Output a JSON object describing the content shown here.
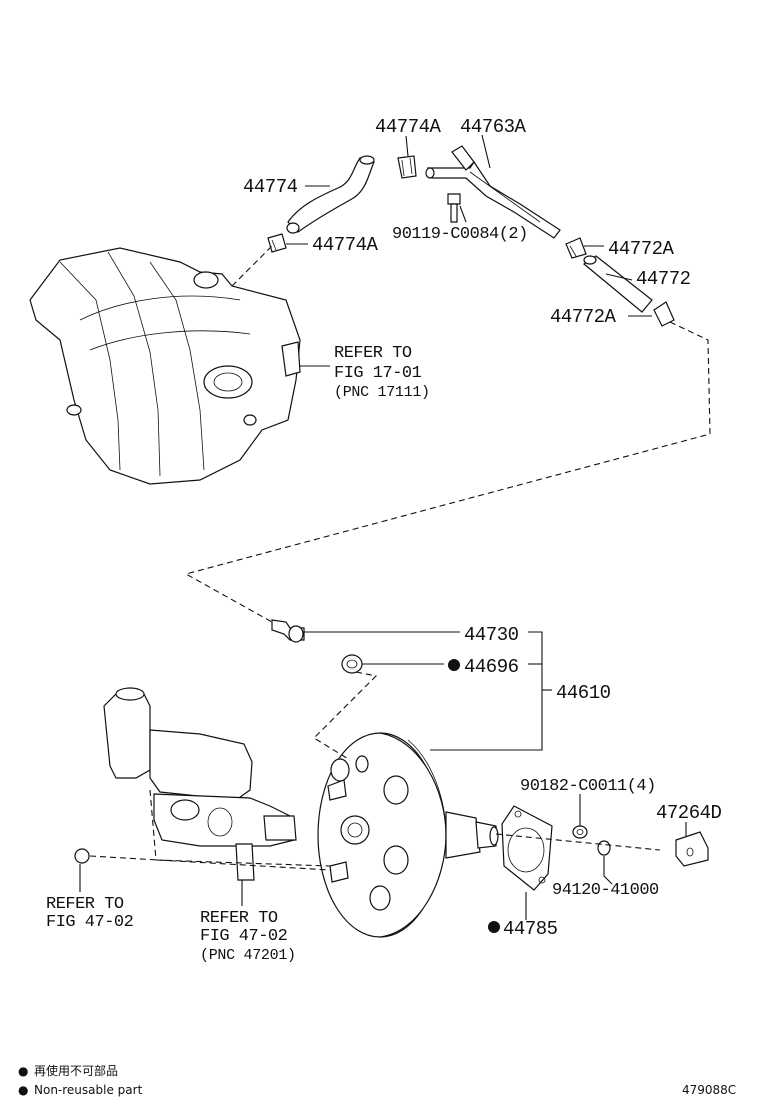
{
  "parts": {
    "p44774A_top": "44774A",
    "p44763A": "44763A",
    "p44774": "44774",
    "p90119": "90119-C0084(2)",
    "p44774A_low": "44774A",
    "p44772A_top": "44772A",
    "p44772": "44772",
    "p44772A_low": "44772A",
    "p44730": "44730",
    "p44696": "44696",
    "p44610": "44610",
    "p90182": "90182-C0011(4)",
    "p47264D": "47264D",
    "p94120": "94120-41000",
    "p44785": "44785"
  },
  "references": {
    "intake": {
      "line1": "REFER TO",
      "line2": "FIG 17-01",
      "line3": "(PNC 17111)"
    },
    "left": {
      "line1": "REFER TO",
      "line2": "FIG 47-02"
    },
    "master": {
      "line1": "REFER TO",
      "line2": "FIG 47-02",
      "line3": "(PNC 47201)"
    }
  },
  "legend": {
    "marker": "●",
    "japanese": "再使用不可部品",
    "english": "Non-reusable part"
  },
  "figure_id": "479088C"
}
